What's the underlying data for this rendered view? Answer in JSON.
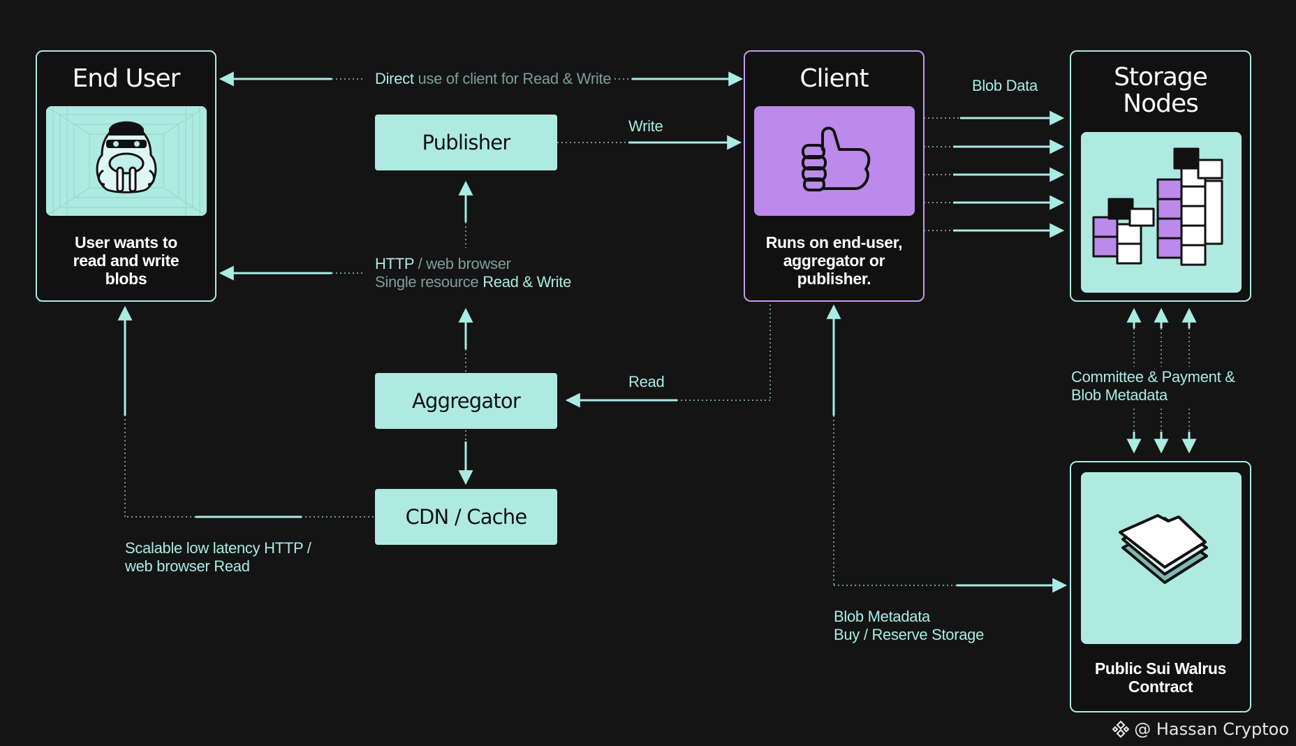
{
  "nodes": {
    "end_user": {
      "title": "End User",
      "caption": "User wants to read and write blobs"
    },
    "client": {
      "title": "Client",
      "caption": "Runs on end-user, aggregator or publisher."
    },
    "storage_nodes": {
      "title_line1": "Storage",
      "title_line2": "Nodes"
    },
    "contract": {
      "caption": "Public Sui Walrus Contract"
    },
    "publisher": {
      "label": "Publisher"
    },
    "aggregator": {
      "label": "Aggregator"
    },
    "cdn": {
      "label": "CDN / Cache"
    }
  },
  "edges": {
    "direct_use": {
      "strong": "Direct",
      "rest": " use of client for Read & Write"
    },
    "write": "Write",
    "blob_data": "Blob Data",
    "http": {
      "line1_strong": "HTTP",
      "line1_rest": " / web browser",
      "line2_dim": "Single resource ",
      "line2_strong": "Read & Write"
    },
    "read": "Read",
    "committee": {
      "line1": "Committee & Payment &",
      "line2": "Blob Metadata"
    },
    "scalable": {
      "line1": "Scalable low latency HTTP /",
      "line2": "web browser Read"
    },
    "blob_metadata": {
      "line1": "Blob Metadata",
      "line2": "Buy / Reserve Storage"
    }
  },
  "watermark": {
    "text": "@ Hassan Cryptoo",
    "icon": "binance-logo-icon"
  },
  "colors": {
    "background": "#141414",
    "mint": "#aeeae2",
    "line": "#a9ece3",
    "purple": "#bb8aea",
    "purple_border": "#c59cf0"
  }
}
